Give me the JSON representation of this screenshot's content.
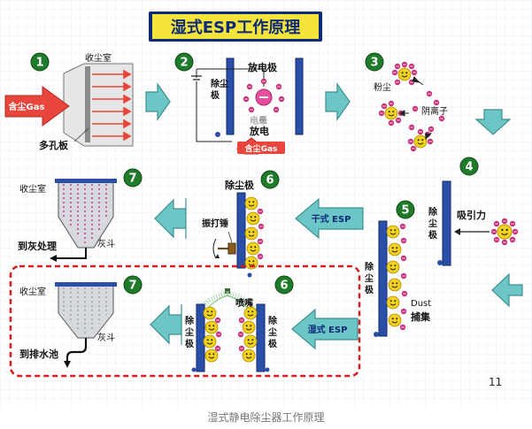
{
  "title": "湿式ESP工作原理",
  "caption": "湿式静电除尘器工作原理",
  "page_number": "11",
  "step_numbers": [
    "1",
    "2",
    "3",
    "4",
    "5",
    "6",
    "7",
    "6",
    "7"
  ],
  "labels": {
    "s1_room": "收尘室",
    "s1_gas": "含尘Gas",
    "s1_plate": "多孔板",
    "s2_electrode": "放电极",
    "s2_collector_a": "除尘",
    "s2_collector_b": "极",
    "s2_corona_a": "电晕",
    "s2_corona_b": "放电",
    "s2_gas": "含尘Gas",
    "s3_dust": "粉尘",
    "s3_ion": "阴离子",
    "s4_force": "吸引力",
    "s4_collector_a": "除",
    "s4_collector_b": "尘",
    "s4_collector_c": "极",
    "s5_collector_a": "除",
    "s5_collector_b": "尘",
    "s5_collector_c": "极",
    "s5_dust": "Dust",
    "s5_capture": "捕集",
    "dry_esp": "干式 ESP",
    "wet_esp": "湿式 ESP",
    "s6d_collector": "除尘极",
    "s6d_rapper": "振打锤",
    "s7d_room": "收尘室",
    "s7d_hopper": "灰斗",
    "s7d_out": "到灰处理",
    "s6w_nozzle": "喷嘴",
    "s6w_left_a": "除",
    "s6w_left_b": "尘",
    "s6w_left_c": "极",
    "s6w_right_a": "除",
    "s6w_right_b": "尘",
    "s6w_right_c": "极",
    "s7w_room": "收尘室",
    "s7w_hopper": "灰斗",
    "s7w_out": "到排水池"
  },
  "colors": {
    "title_bg": "#f5e53a",
    "title_text": "#0d2a7a",
    "plate": "#2a4fa8",
    "arrow": "#6cc6c6",
    "red_arrow": "#e8463c",
    "dust": "#f2d21c",
    "ion": "#c8307a",
    "dashed_border": "#d42020"
  },
  "icons": [
    "smiley-dust-icon",
    "negative-ion-icon",
    "flow-arrow-icon",
    "rapper-hammer-icon",
    "spray-nozzle-icon"
  ]
}
